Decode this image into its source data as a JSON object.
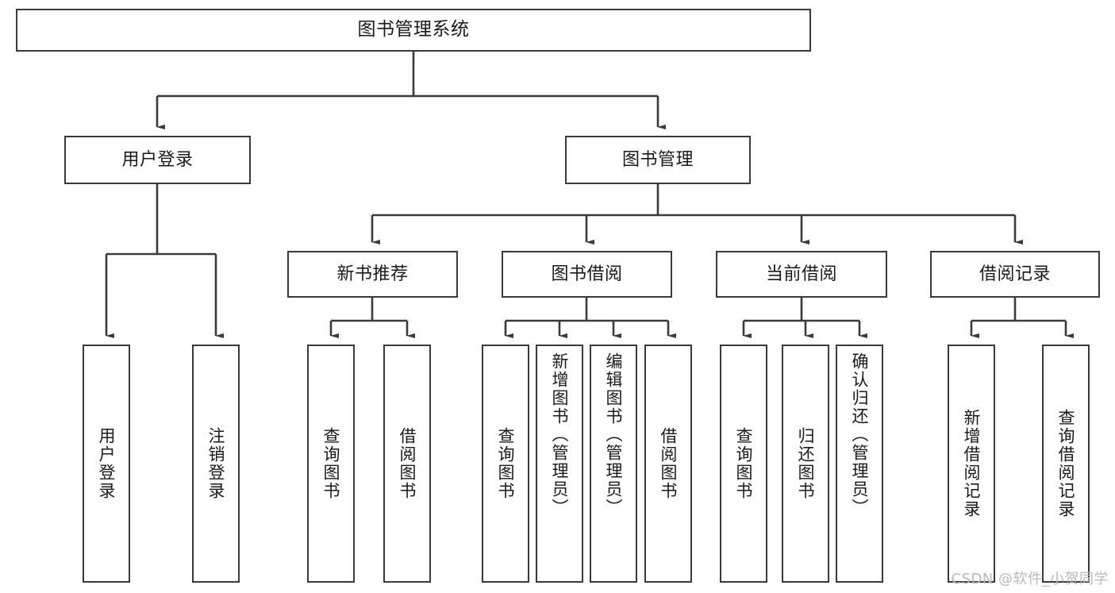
{
  "diagram": {
    "title": "图书管理系统",
    "type": "tree",
    "watermark": "CSDN @软件_小贺同学",
    "colors": {
      "box_border": "#3a3a3a",
      "box_fill": "#ffffff",
      "connector": "#3a3a3a",
      "text": "#1a1a1a",
      "watermark": "#b9b9b9"
    },
    "nodes": {
      "root": {
        "label": "图书管理系统"
      },
      "level2": [
        {
          "label": "用户登录"
        },
        {
          "label": "图书管理"
        }
      ],
      "level3": [
        {
          "label": "新书推荐"
        },
        {
          "label": "图书借阅"
        },
        {
          "label": "当前借阅"
        },
        {
          "label": "借阅记录"
        }
      ],
      "leaves": {
        "user_login": [
          {
            "label": "用户登录"
          },
          {
            "label": "注销登录"
          }
        ],
        "new_book_recommend": [
          {
            "label": "查询图书"
          },
          {
            "label": "借阅图书"
          }
        ],
        "book_borrow": [
          {
            "label": "查询图书"
          },
          {
            "label": "新增图书（管理员）"
          },
          {
            "label": "编辑图书（管理员）"
          },
          {
            "label": "借阅图书"
          }
        ],
        "current_borrow": [
          {
            "label": "查询图书"
          },
          {
            "label": "归还图书"
          },
          {
            "label": "确认归还（管理员）"
          }
        ],
        "borrow_record": [
          {
            "label": "新增借阅记录"
          },
          {
            "label": "查询借阅记录"
          }
        ]
      }
    }
  }
}
